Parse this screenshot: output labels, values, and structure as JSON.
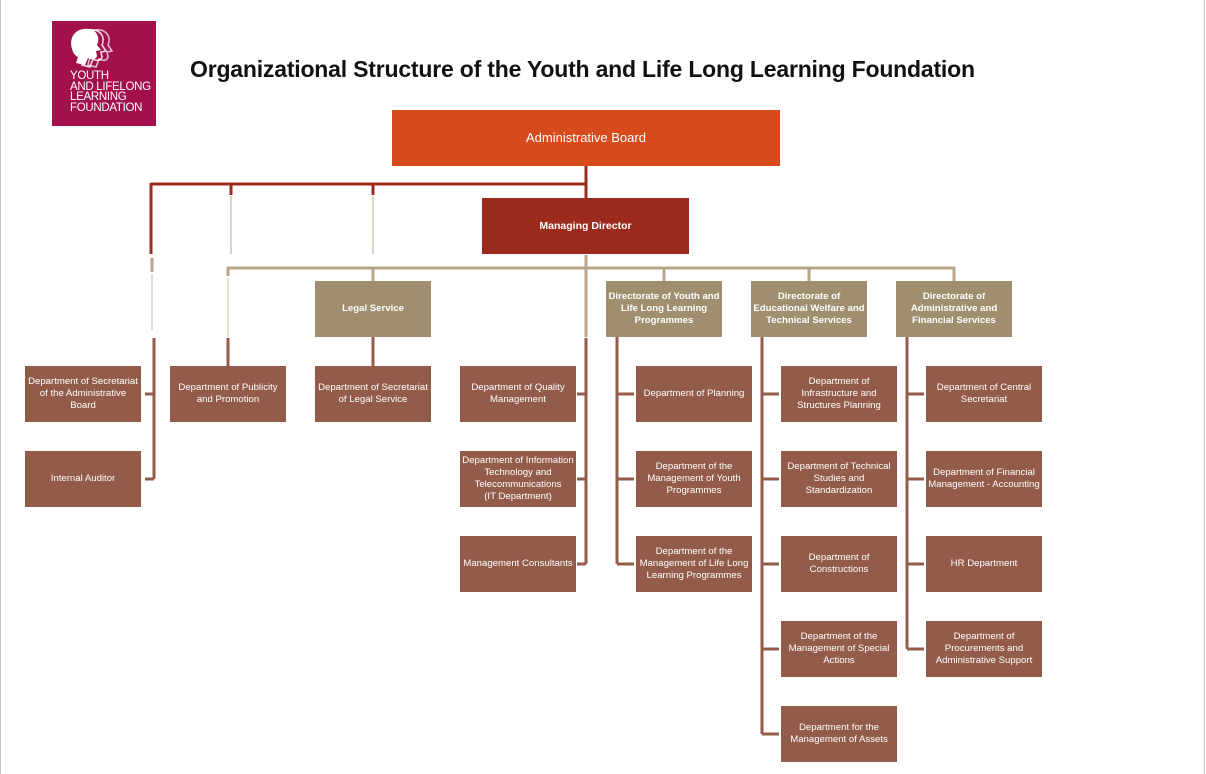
{
  "logo": {
    "lines": [
      "YOUTH",
      "AND LIFELONG",
      "LEARNING",
      "FOUNDATION"
    ]
  },
  "title": "Organizational Structure of the Youth and Life Long Learning Foundation",
  "colors": {
    "board": "#d64a1c",
    "managing_director": "#9c2b1e",
    "directorate": "#a08e6f",
    "department": "#935b4a",
    "board_lines": "#9c2b1e",
    "director_lines": "#a08e6f",
    "logo": "#a3114d"
  },
  "boxes": {
    "board": "Administrative Board",
    "managing_director": "Managing Director",
    "legal_service": "Legal Service",
    "dir_youth": "Directorate of Youth and Life Long Learning Programmes",
    "dir_welfare": "Directorate of Educational Welfare and Technical Services",
    "dir_admin": "Directorate of Administrative and Financial Services",
    "secretariat_board": "Department of Secretariat of the Administrative Board",
    "internal_auditor": "Internal Auditor",
    "publicity": "Department of Publicity and Promotion",
    "secretariat_legal": "Department of Secretariat of Legal Service",
    "quality": "Department of Quality Management",
    "it": "Department of Information Technology and Telecommunications\n(IT Department)",
    "consultants": "Management Consultants",
    "planning": "Department of Planning",
    "youth_mgmt": "Department of the Management of Youth Programmes",
    "lifelong_mgmt": "Department of the Management of Life Long Learning Programmes",
    "infrastructure": "Department of Infrastructure and Structures Planning",
    "technical_studies": "Department of Technical Studies and Standardization",
    "constructions": "Department of Constructions",
    "special_actions": "Department of the Management of Special Actions",
    "assets": "Department for the Management of Assets",
    "central_secretariat": "Department of Central Secretariat",
    "financial": "Department of Financial Management - Accounting",
    "hr": "HR Department",
    "procurements": "Department of Procurements and Administrative Support"
  }
}
